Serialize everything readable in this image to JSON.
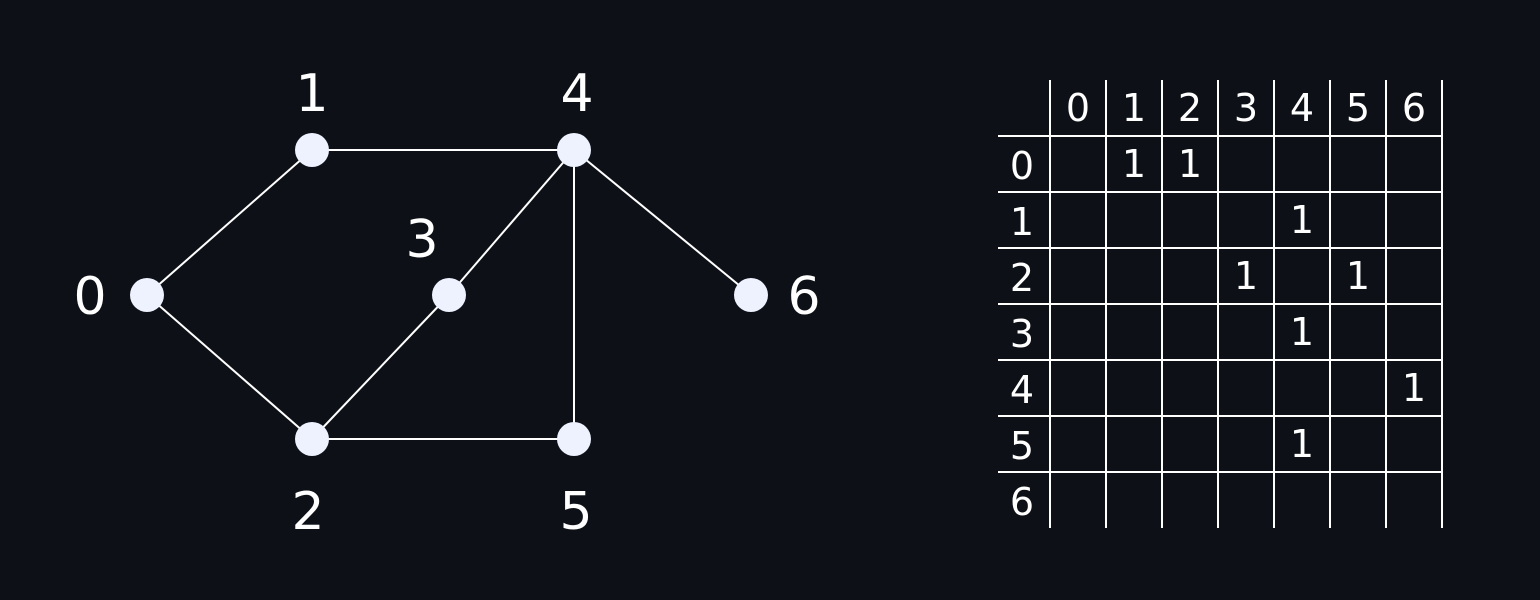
{
  "graph": {
    "nodes": [
      {
        "id": "0",
        "label": "0"
      },
      {
        "id": "1",
        "label": "1"
      },
      {
        "id": "2",
        "label": "2"
      },
      {
        "id": "3",
        "label": "3"
      },
      {
        "id": "4",
        "label": "4"
      },
      {
        "id": "5",
        "label": "5"
      },
      {
        "id": "6",
        "label": "6"
      }
    ],
    "edges": [
      [
        "0",
        "1"
      ],
      [
        "0",
        "2"
      ],
      [
        "1",
        "4"
      ],
      [
        "2",
        "3"
      ],
      [
        "2",
        "5"
      ],
      [
        "3",
        "4"
      ],
      [
        "4",
        "5"
      ],
      [
        "4",
        "6"
      ]
    ]
  },
  "matrix": {
    "col_headers": [
      "0",
      "1",
      "2",
      "3",
      "4",
      "5",
      "6"
    ],
    "row_headers": [
      "0",
      "1",
      "2",
      "3",
      "4",
      "5",
      "6"
    ],
    "cells": [
      [
        "",
        "1",
        "1",
        "",
        "",
        "",
        ""
      ],
      [
        "",
        "",
        "",
        "",
        "1",
        "",
        ""
      ],
      [
        "",
        "",
        "",
        "1",
        "",
        "1",
        ""
      ],
      [
        "",
        "",
        "",
        "",
        "1",
        "",
        ""
      ],
      [
        "",
        "",
        "",
        "",
        "",
        "",
        "1"
      ],
      [
        "",
        "",
        "",
        "",
        "1",
        "",
        ""
      ],
      [
        "",
        "",
        "",
        "",
        "",
        "",
        ""
      ]
    ]
  }
}
